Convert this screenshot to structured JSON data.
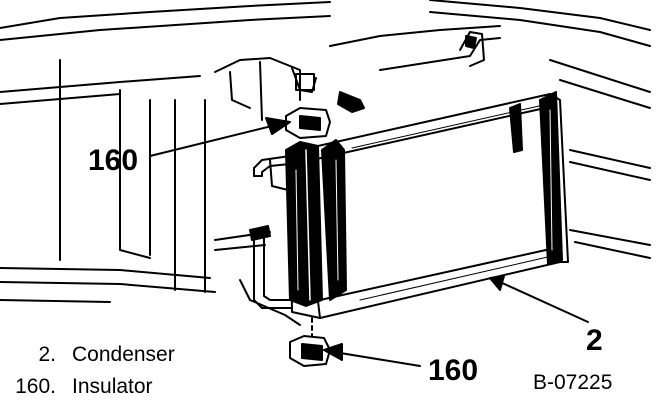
{
  "callouts": {
    "insulator_upper": "160",
    "insulator_lower": "160",
    "condenser": "2"
  },
  "legend": [
    {
      "number": "2.",
      "label": "Condenser"
    },
    {
      "number": "160.",
      "label": "Insulator"
    }
  ],
  "figure_code": "B-07225"
}
